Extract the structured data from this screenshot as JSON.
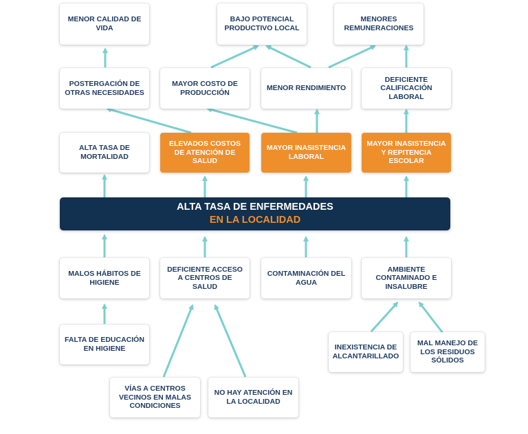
{
  "colors": {
    "arrow": "#7acfce",
    "navy": "#12304f",
    "orange": "#ef8f2c",
    "text": "#1e3a5f"
  },
  "central": {
    "line1": "ALTA TASA DE ENFERMEDADES",
    "line2": "EN LA LOCALIDAD"
  },
  "effects_top": {
    "calidad_vida": "MENOR CALIDAD DE VIDA",
    "potencial_productivo": "BAJO POTENCIAL PRODUCTIVO LOCAL",
    "remuneraciones": "MENORES REMUNERACIONES"
  },
  "effects_mid": {
    "postergacion": "POSTERGACIÓN DE OTRAS NECESIDADES",
    "costo_produccion": "MAYOR COSTO DE PRODUCCIÓN",
    "rendimiento": "MENOR RENDIMIENTO",
    "calificacion": "DEFICIENTE CALIFICACIÓN LABORAL"
  },
  "effects_direct": {
    "mortalidad": "ALTA TASA DE MORTALIDAD",
    "costos_salud": "ELEVADOS COSTOS DE ATENCIÓN DE SALUD",
    "inasistencia_laboral": "MAYOR INASISTENCIA LABORAL",
    "inasistencia_escolar": "MAYOR INASISTENCIA Y REPITENCIA ESCOLAR"
  },
  "causes_direct": {
    "habitos": "MALOS HÁBITOS DE HIGIENE",
    "acceso_salud": "DEFICIENTE ACCESO A CENTROS DE SALUD",
    "contaminacion": "CONTAMINACIÓN DEL AGUA",
    "ambiente": "AMBIENTE CONTAMINADO E INSALUBRE"
  },
  "causes_root": {
    "educacion": "FALTA DE EDUCACIÓN EN HIGIENE",
    "vias": "VÍAS A CENTROS VECINOS EN MALAS CONDICIONES",
    "atencion": "NO HAY ATENCIÓN EN LA LOCALIDAD",
    "alcantarillado": "INEXISTENCIA DE ALCANTARILLADO",
    "residuos": "MAL MANEJO DE LOS RESIDUOS SÓLIDOS"
  }
}
